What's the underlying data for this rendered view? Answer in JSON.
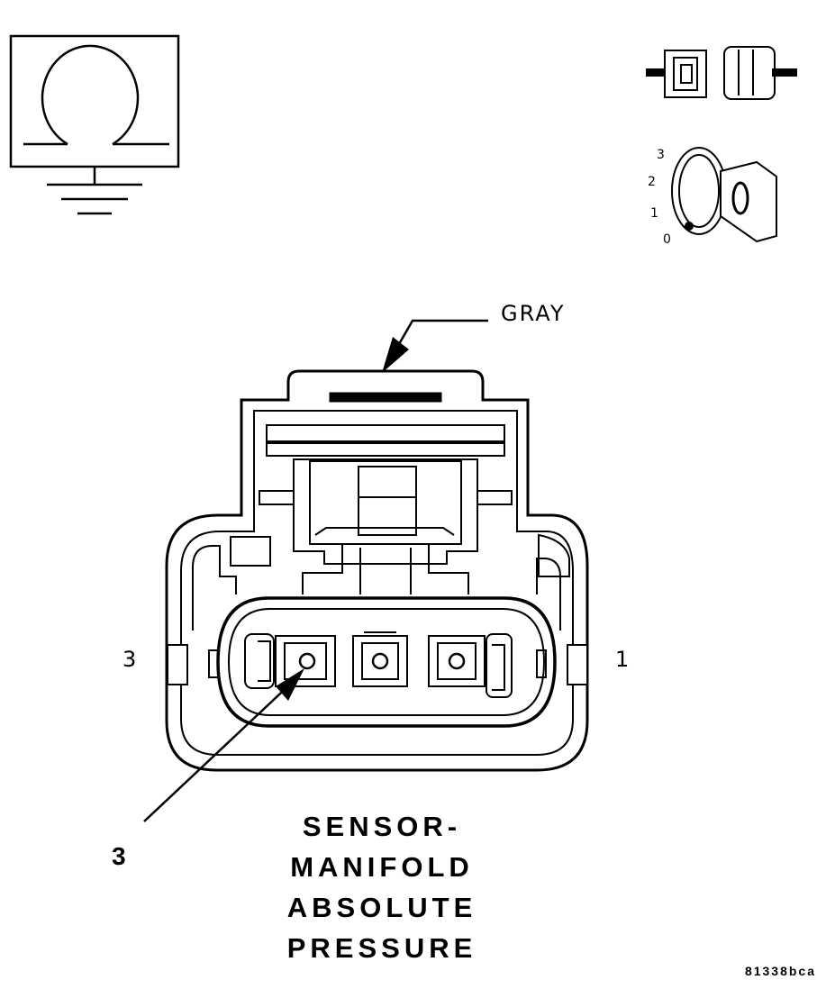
{
  "labels": {
    "color": "GRAY",
    "pin_left": "3",
    "pin_right": "1",
    "callout": "3",
    "title_lines": [
      "SENSOR-",
      "MANIFOLD",
      "ABSOLUTE",
      "PRESSURE"
    ],
    "figure_code": "81338bca"
  },
  "key_positions": [
    "3",
    "2",
    "1",
    "0"
  ],
  "icons": [
    "ohmmeter-ground-icon",
    "connector-pair-icon",
    "ignition-key-icon"
  ]
}
